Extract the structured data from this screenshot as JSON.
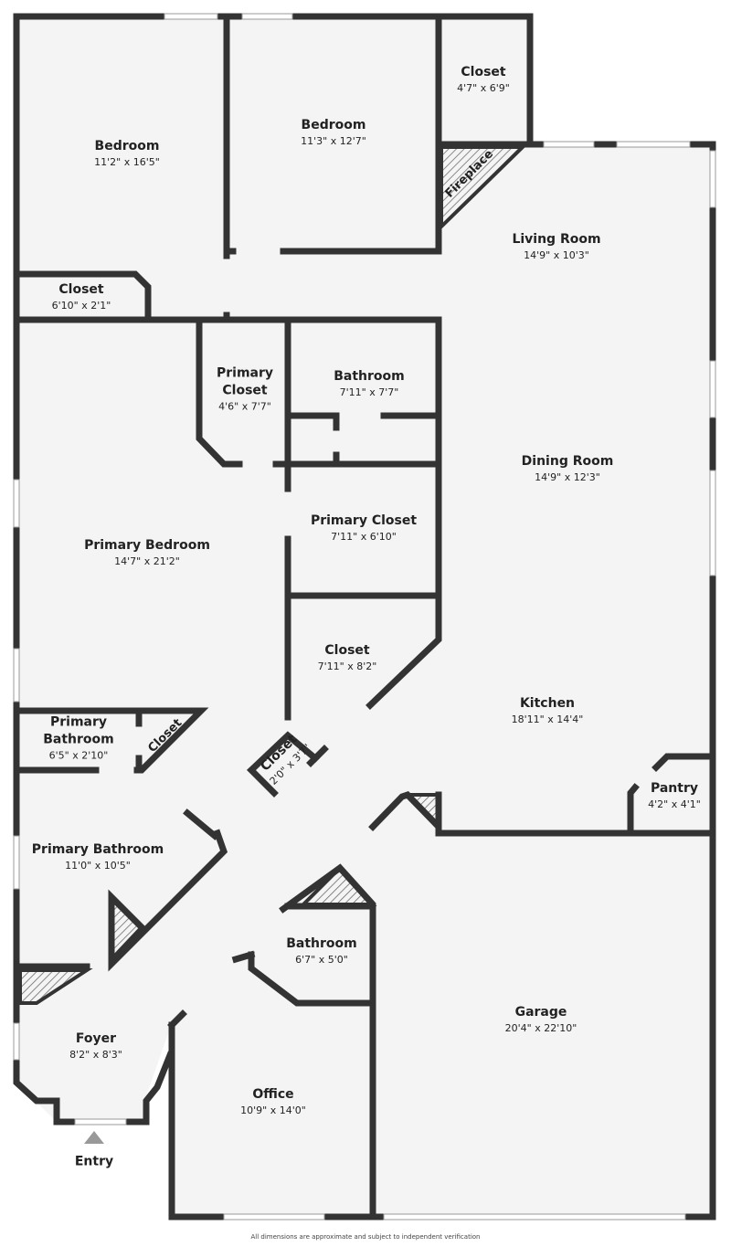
{
  "rooms": {
    "bedroom1": {
      "name": "Bedroom",
      "dims": "11'2\" x 16'5\""
    },
    "bedroom2": {
      "name": "Bedroom",
      "dims": "11'3\" x 12'7\""
    },
    "closet_top": {
      "name": "Closet",
      "dims": "4'7\" x 6'9\""
    },
    "fireplace": {
      "name": "Fireplace"
    },
    "living": {
      "name": "Living Room",
      "dims": "14'9\" x 10'3\""
    },
    "closet_left": {
      "name": "Closet",
      "dims": "6'10\" x 2'1\""
    },
    "primary_closet_small": {
      "name1": "Primary",
      "name2": "Closet",
      "dims": "4'6\" x 7'7\""
    },
    "bathroom1": {
      "name": "Bathroom",
      "dims": "7'11\" x 7'7\""
    },
    "dining": {
      "name": "Dining Room",
      "dims": "14'9\" x 12'3\""
    },
    "primary_closet": {
      "name": "Primary Closet",
      "dims": "7'11\" x 6'10\""
    },
    "primary_bedroom": {
      "name": "Primary Bedroom",
      "dims": "14'7\" x 21'2\""
    },
    "closet_mid": {
      "name": "Closet",
      "dims": "7'11\" x 8'2\""
    },
    "kitchen": {
      "name": "Kitchen",
      "dims": "18'11\" x 14'4\""
    },
    "primary_bath_small": {
      "name1": "Primary",
      "name2": "Bathroom",
      "dims": "6'5\" x 2'10\""
    },
    "closet_tri": {
      "name": "Closet"
    },
    "closet_tiny": {
      "name": "Closet",
      "dims": "2'0\" x 3'7\""
    },
    "pantry": {
      "name": "Pantry",
      "dims": "4'2\" x 4'1\""
    },
    "primary_bath": {
      "name": "Primary Bathroom",
      "dims": "11'0\" x 10'5\""
    },
    "bathroom2": {
      "name": "Bathroom",
      "dims": "6'7\" x 5'0\""
    },
    "garage": {
      "name": "Garage",
      "dims": "20'4\" x 22'10\""
    },
    "foyer": {
      "name": "Foyer",
      "dims": "8'2\" x 8'3\""
    },
    "office": {
      "name": "Office",
      "dims": "10'9\" x 14'0\""
    }
  },
  "entry_label": "Entry",
  "footer": "All dimensions are approximate and subject to independent verification",
  "colors": {
    "wall": "#333333",
    "floor": "#f4f4f4",
    "window": "#ffffff"
  }
}
